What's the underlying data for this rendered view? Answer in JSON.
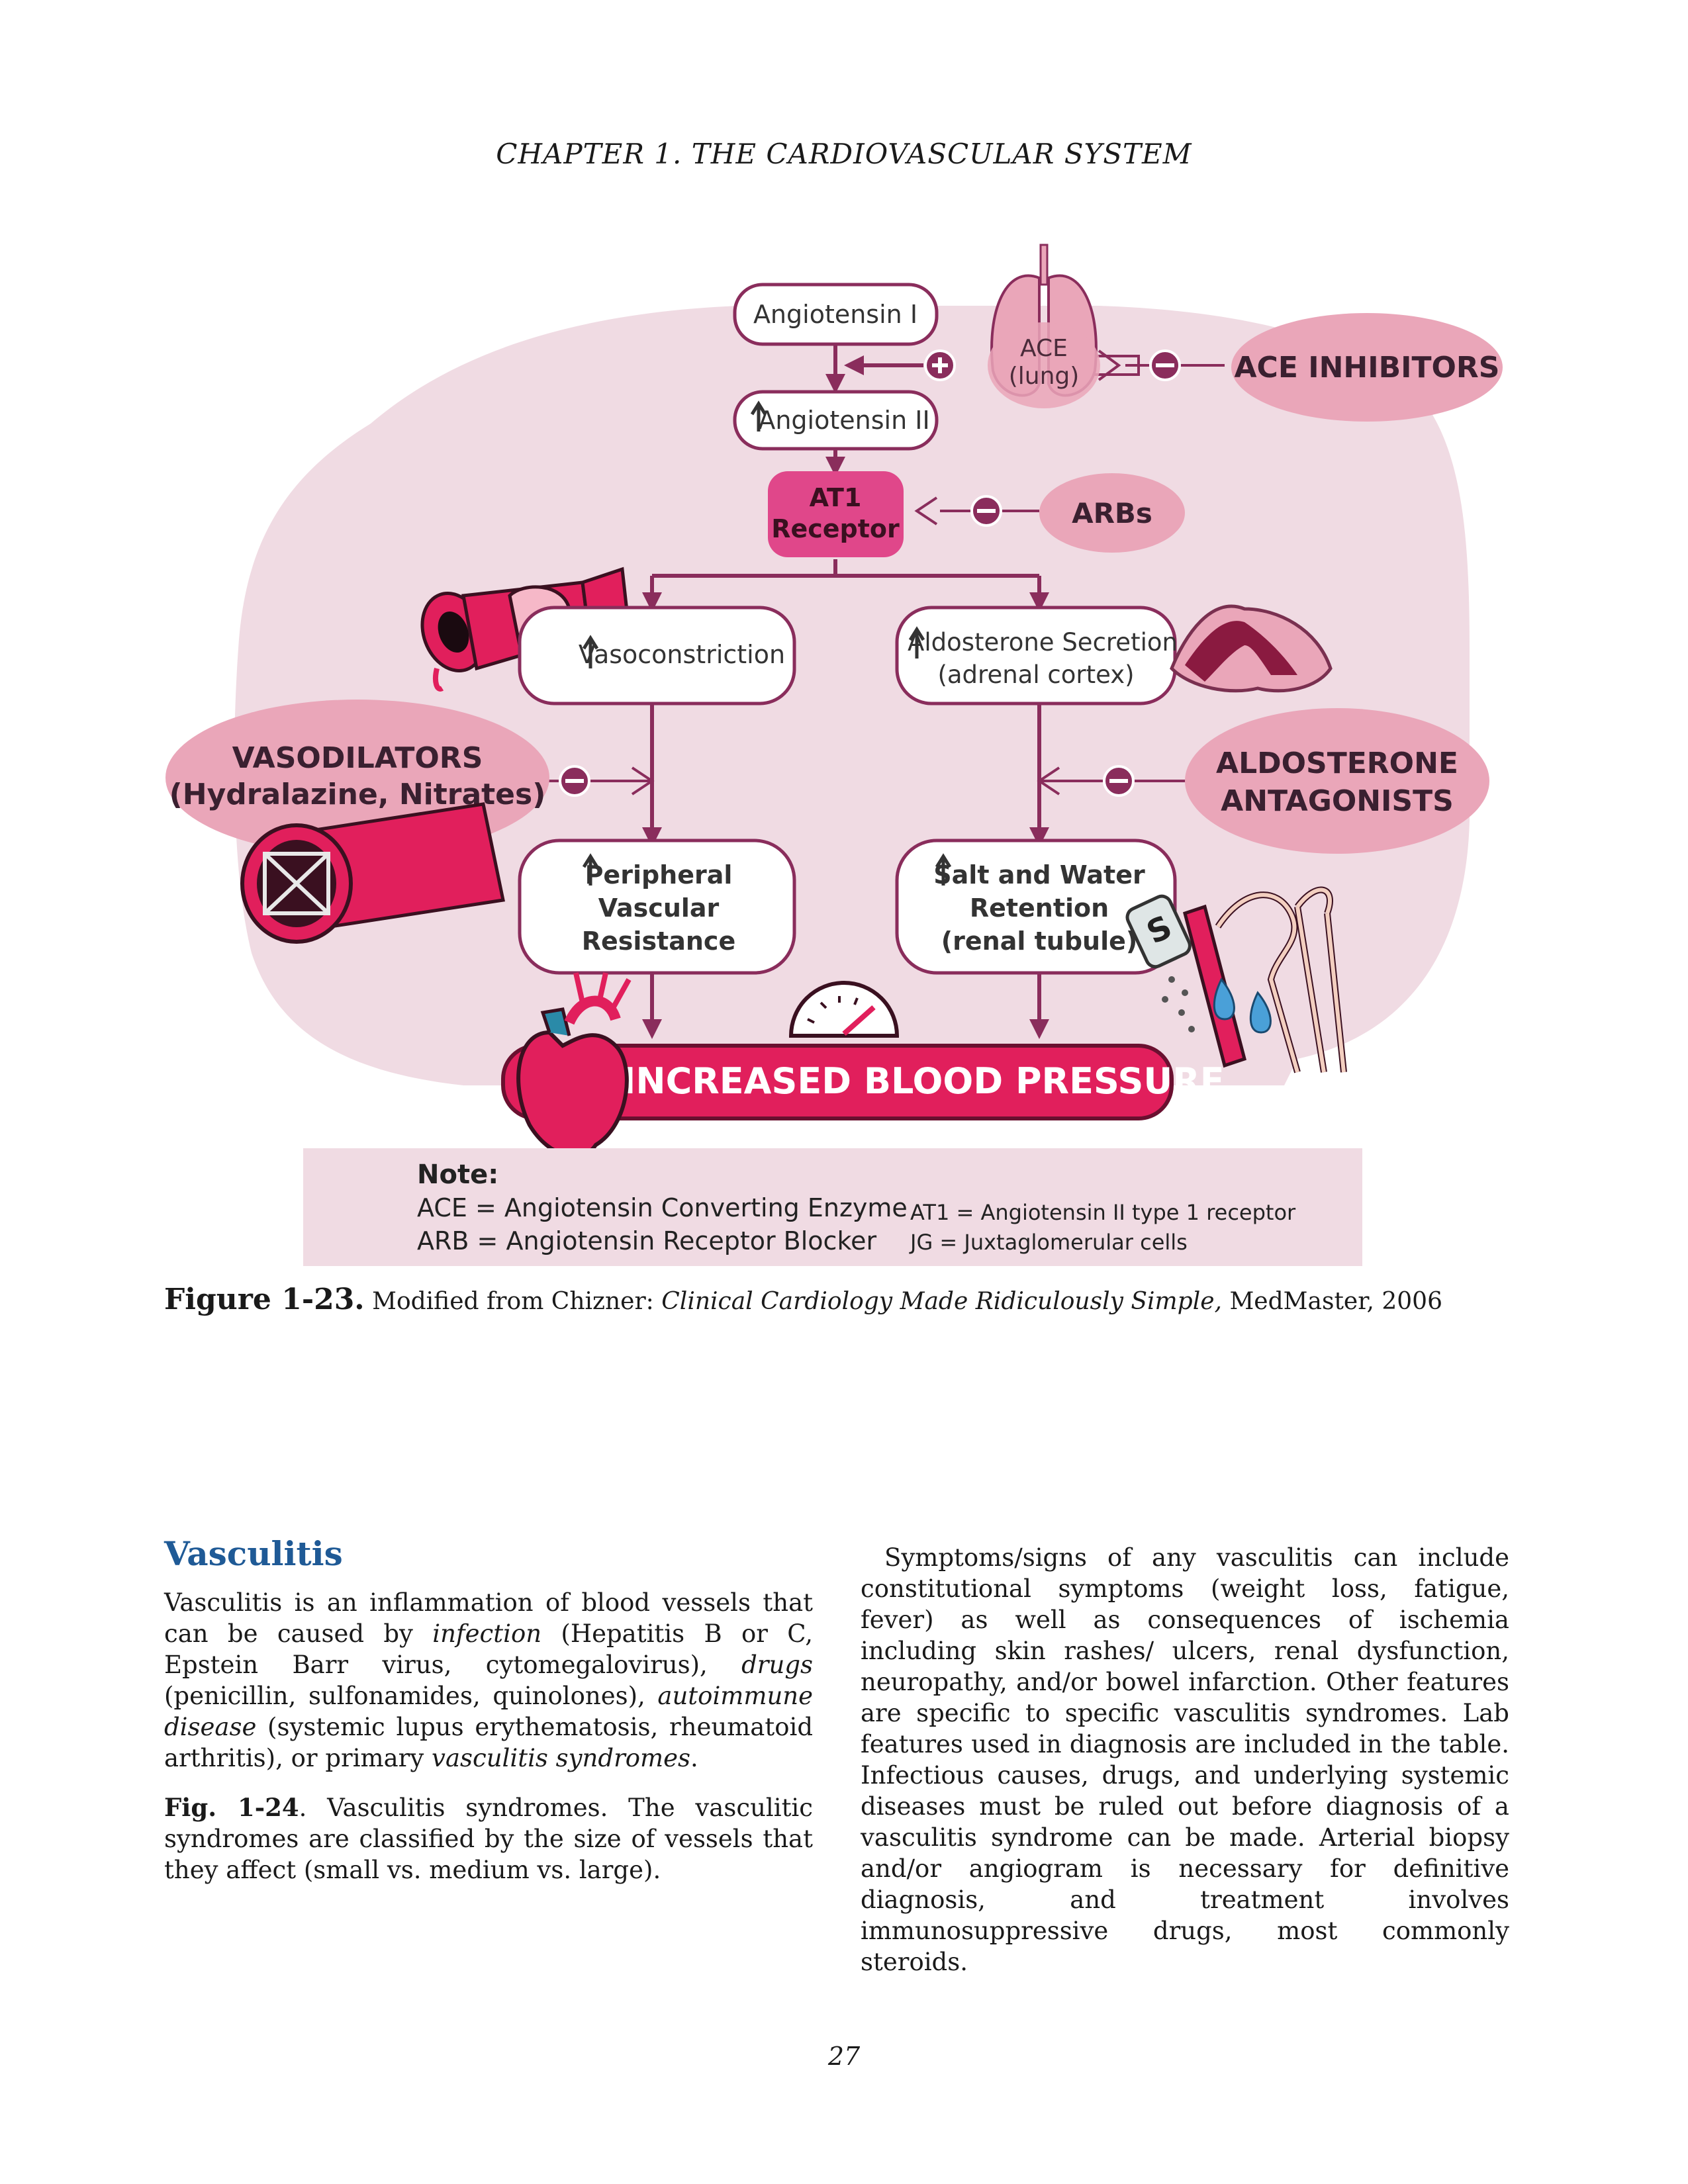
{
  "header": "CHAPTER 1.  THE CARDIOVASCULAR SYSTEM",
  "figure": {
    "angiotensin_i": "Angiotensin I",
    "angiotensin_ii": "Angiotensin II",
    "ace_line1": "ACE",
    "ace_line2": "(lung)",
    "ace_inhibitors": "ACE INHIBITORS",
    "at1_line1": "AT1",
    "at1_line2": "Receptor",
    "arbs": "ARBs",
    "vasoconstriction": "Vasoconstriction",
    "aldosterone_line1": "Aldosterone Secretion",
    "aldosterone_line2": "(adrenal cortex)",
    "vasodilators_line1": "VASODILATORS",
    "vasodilators_line2": "(Hydralazine, Nitrates)",
    "aldo_antag_line1": "ALDOSTERONE",
    "aldo_antag_line2": "ANTAGONISTS",
    "pvr_line1": "Peripheral",
    "pvr_line2": "Vascular",
    "pvr_line3": "Resistance",
    "salt_line1": "Salt and Water",
    "salt_line2": "Retention",
    "salt_line3": "(renal tubule)",
    "salt_shaker_letter": "S",
    "bp": "INCREASED BLOOD PRESSURE",
    "note_title": "Note:",
    "note_ace": "ACE = Angiotensin Converting Enzyme",
    "note_arb": "ARB = Angiotensin Receptor Blocker",
    "note_at1": "AT1 = Angiotensin II type 1 receptor",
    "note_jg": "JG = Juxtaglomerular cells",
    "colors": {
      "blob": "#f0dbe3",
      "pink": "#eaa6b9",
      "magenta": "#e0478a",
      "arrow": "#8a2d5c",
      "bp_red": "#e11f5c"
    }
  },
  "caption": {
    "label": "Figure 1-23.",
    "text_pre": " Modified from Chizner: ",
    "text_italic": "Clinical Cardiology Made Ridiculously Simple,",
    "text_post": " MedMaster, 2006"
  },
  "section_title": "Vasculitis",
  "left_col": {
    "p1_a": "Vasculitis is an inflammation of blood vessels that can be caused by ",
    "p1_b": "infection",
    "p1_c": " (Hepatitis B or C, Epstein Barr virus, cytomegalovirus), ",
    "p1_d": "drugs",
    "p1_e": " (penicillin, sulfonamides, quinolones), ",
    "p1_f": "autoimmune disease",
    "p1_g": " (systemic lupus erythematosis, rheumatoid arthritis), or primary ",
    "p1_h": "vasculitis syndromes",
    "p1_i": ".",
    "p2_label": "Fig. 1-24",
    "p2_text": ". Vasculitis syndromes. The vasculitic syndromes are classified by the size of vessels that they affect (small vs. medium vs. large)."
  },
  "right_col": {
    "p1": "Symptoms/signs of any vasculitis can include constitutional symptoms (weight loss, fatigue, fever) as well as consequences of ischemia including skin rashes/ ulcers, renal dysfunction, neuropathy, and/or bowel infarction. Other features are specific to specific vasculitis syndromes. Lab features used in diagnosis are included in the table. Infectious causes, drugs, and underlying systemic diseases must be ruled out before diagnosis of a vasculitis syndrome can be made. Arterial biopsy and/or angiogram is necessary for definitive diagnosis, and treatment involves immunosuppressive drugs, most commonly steroids."
  },
  "page_number": "27"
}
